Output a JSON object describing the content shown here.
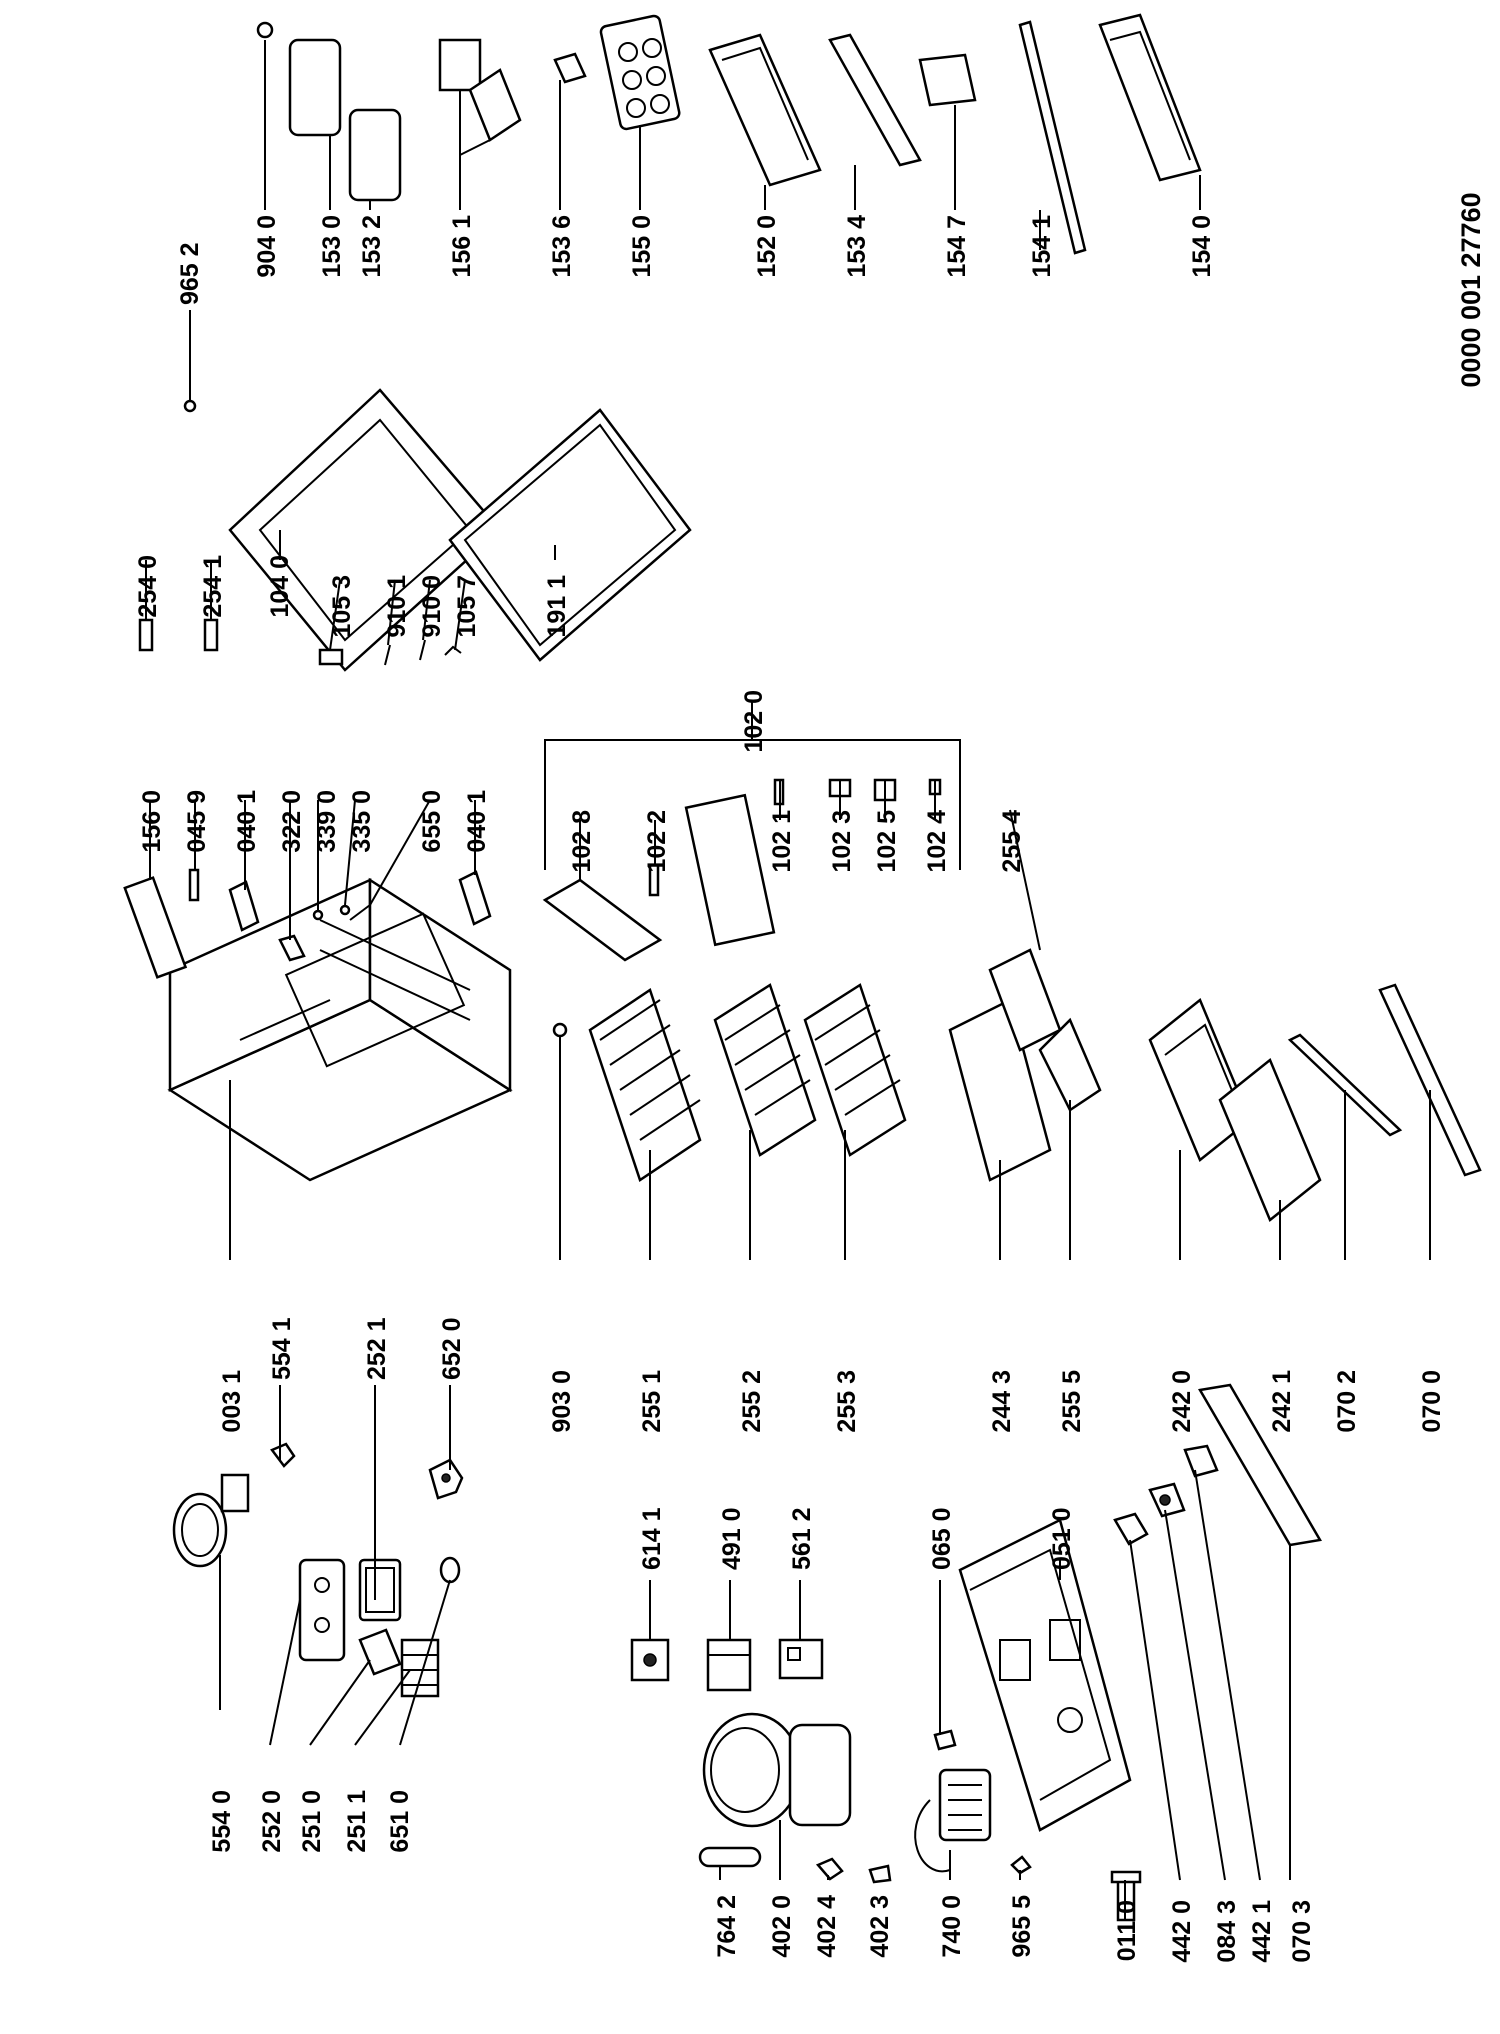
{
  "document_code": "0000 001 27760",
  "labels": {
    "l5540": "554 0",
    "l2520": "252 0",
    "l2510": "251 0",
    "l2511": "251 1",
    "l6510": "651 0",
    "l7642": "764 2",
    "l4020": "402 0",
    "l4024": "402 4",
    "l4023": "402 3",
    "l7400": "740 0",
    "l9655": "965 5",
    "l0110": "011 0",
    "l4420": "442 0",
    "l0843": "084 3",
    "l4421": "442 1",
    "l0703": "070 3",
    "l5541": "554 1",
    "l2521": "252 1",
    "l6520": "652 0",
    "l6141": "614 1",
    "l4910": "491 0",
    "l5612": "561 2",
    "l0650": "065 0",
    "l0510": "051 0",
    "l0031": "003 1",
    "l9030": "903 0",
    "l2551": "255 1",
    "l2552": "255 2",
    "l2553": "255 3",
    "l2443": "244 3",
    "l2555": "255 5",
    "l2420": "242 0",
    "l2421": "242 1",
    "l0702": "070 2",
    "l0700": "070 0",
    "l1560": "156 0",
    "l0459": "045 9",
    "l0401a": "040 1",
    "l3220": "322 0",
    "l3390": "339 0",
    "l3350": "335 0",
    "l6550": "655 0",
    "l0401b": "040 1",
    "l1028": "102 8",
    "l1022": "102 2",
    "l1021": "102 1",
    "l1023": "102 3",
    "l1025": "102 5",
    "l1024": "102 4",
    "l2554": "255 4",
    "l1020": "102 0",
    "l2540": "254 0",
    "l2541": "254 1",
    "l1040": "104 0",
    "l1053": "105 3",
    "l9101": "910 1",
    "l9100": "910 0",
    "l1057": "105 7",
    "l1911": "191 1",
    "l9652": "965 2",
    "l9040": "904 0",
    "l1530": "153 0",
    "l1532": "153 2",
    "l1561": "156 1",
    "l1536": "153 6",
    "l1550": "155 0",
    "l1520": "152 0",
    "l1534": "153 4",
    "l1547": "154 7",
    "l1541": "154 1",
    "l1540": "154 0"
  }
}
